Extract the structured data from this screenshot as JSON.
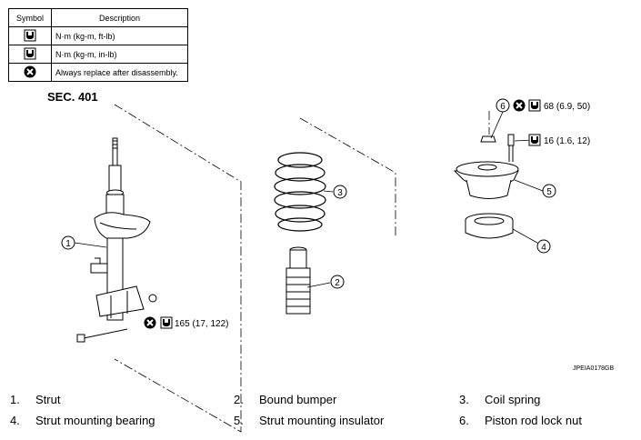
{
  "legend": {
    "header_symbol": "Symbol",
    "header_description": "Description",
    "rows": [
      {
        "icon": "torque-ftlb-icon",
        "description": "N·m (kg-m, ft-lb)"
      },
      {
        "icon": "torque-inlb-icon",
        "description": "N·m (kg-m, in-lb)"
      },
      {
        "icon": "replace-icon",
        "description": "Always replace after disassembly."
      }
    ]
  },
  "section": "SEC. 401",
  "figure_code": "JPEIA0178GB",
  "callouts": [
    "1",
    "2",
    "3",
    "4",
    "5",
    "6"
  ],
  "torques": {
    "lock_nut": "68 (6.9, 50)",
    "insulator_bolt": "16 (1.6, 12)",
    "strut_bolt": "165 (17, 122)"
  },
  "parts": [
    {
      "num": "1.",
      "name": "Strut"
    },
    {
      "num": "2.",
      "name": "Bound bumper"
    },
    {
      "num": "3.",
      "name": "Coil spring"
    },
    {
      "num": "4.",
      "name": "Strut mounting bearing"
    },
    {
      "num": "5.",
      "name": "Strut mounting insulator"
    },
    {
      "num": "6.",
      "name": "Piston rod lock nut"
    }
  ]
}
